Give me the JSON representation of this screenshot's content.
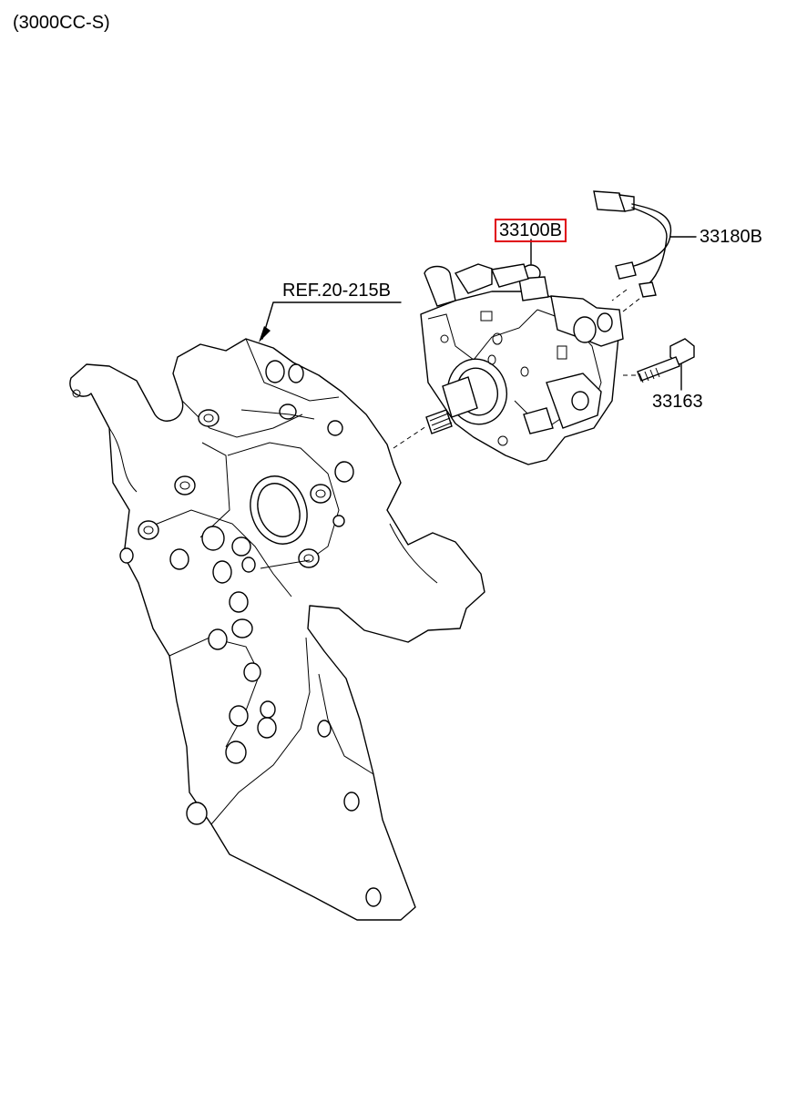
{
  "title": "(3000CC-S)",
  "callouts": {
    "reference": "REF.20-215B",
    "pump": "33100B",
    "sensor": "33180B",
    "bolt": "33163"
  },
  "highlight_color": "#e0000f"
}
